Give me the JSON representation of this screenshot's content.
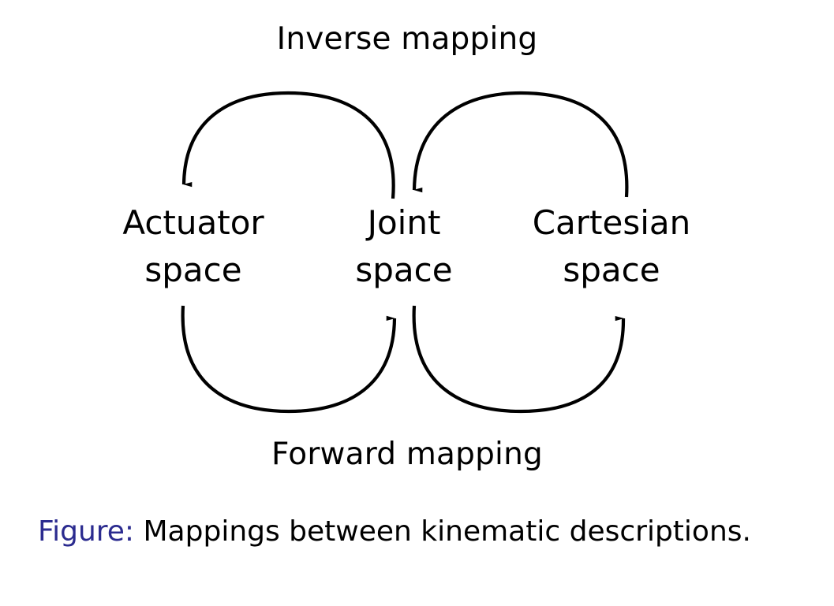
{
  "figure": {
    "top_label": "Inverse mapping",
    "bottom_label": "Forward mapping",
    "nodes": [
      {
        "id": "actuator",
        "title": "Actuator",
        "sub": "space"
      },
      {
        "id": "joint",
        "title": "Joint",
        "sub": "space"
      },
      {
        "id": "cartesian",
        "title": "Cartesian",
        "sub": "space"
      }
    ],
    "caption": {
      "prefix": "Figure:",
      "body": " Mappings between kinematic descriptions."
    },
    "colors": {
      "background": "#ffffff",
      "ink": "#000000",
      "caption_prefix": "#2b2b8f"
    },
    "arrows": [
      {
        "id": "inverse-joint-to-actuator",
        "from": "joint",
        "to": "actuator",
        "direction": "leftward-over-top",
        "group": "Inverse mapping"
      },
      {
        "id": "inverse-cartesian-to-joint",
        "from": "cartesian",
        "to": "joint",
        "direction": "leftward-over-top",
        "group": "Inverse mapping"
      },
      {
        "id": "forward-actuator-to-joint",
        "from": "actuator",
        "to": "joint",
        "direction": "rightward-under-bottom",
        "group": "Forward mapping"
      },
      {
        "id": "forward-joint-to-cartesian",
        "from": "joint",
        "to": "cartesian",
        "direction": "rightward-under-bottom",
        "group": "Forward mapping"
      }
    ]
  }
}
